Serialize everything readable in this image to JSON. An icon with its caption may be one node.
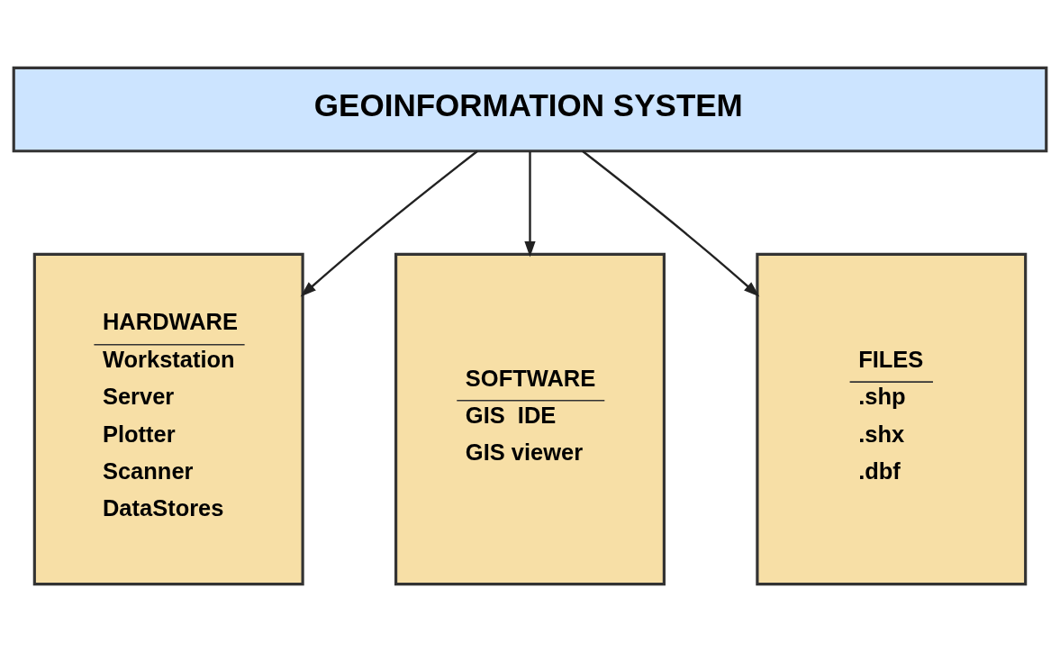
{
  "diagram": {
    "nodes": [
      {
        "text": [
          "GEOINFORMATION SYSTEM"
        ]
      },
      {
        "text": [
          "HARDWARE",
          "Workstation",
          "Server",
          "Plotter",
          "Scanner",
          "DataStores"
        ]
      },
      {
        "text": [
          "SOFTWARE",
          "GIS  IDE",
          "GIS viewer"
        ]
      },
      {
        "text": [
          "FILES",
          ".shp",
          ".shx",
          ".dbf"
        ]
      }
    ],
    "edges": [
      {
        "from": 0,
        "to": 1,
        "arrow": "to"
      },
      {
        "from": 0,
        "to": 2,
        "arrow": "to"
      },
      {
        "from": 0,
        "to": 3,
        "arrow": "to"
      }
    ]
  }
}
